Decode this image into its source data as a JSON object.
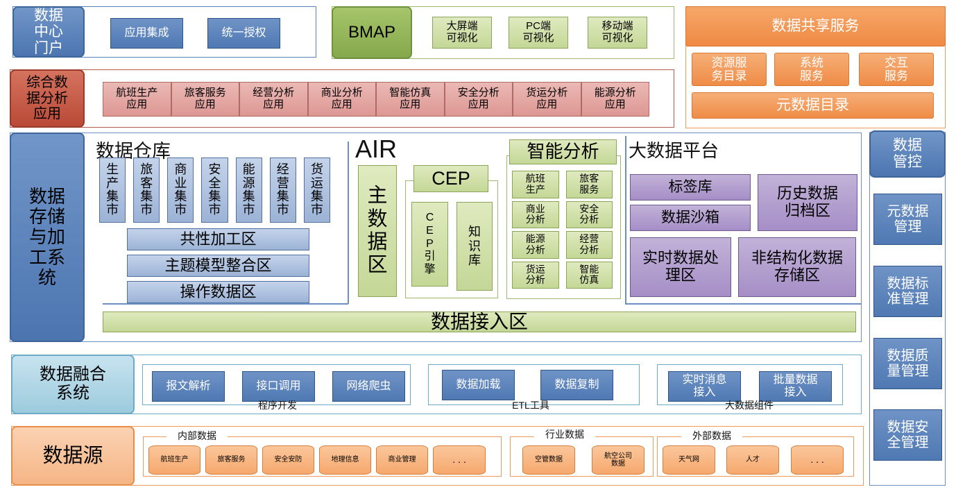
{
  "portal": {
    "title": "数据\n中心\n门户",
    "apps": [
      "应用集成",
      "统一授权"
    ]
  },
  "bmap": {
    "title": "BMAP",
    "items": [
      "大屏端\n可视化",
      "PC端\n可视化",
      "移动端\n可视化"
    ]
  },
  "sharing": {
    "title": "数据共享服务",
    "items": [
      "资源服\n务目录",
      "系统\n服务",
      "交互\n服务"
    ],
    "metadata": "元数据目录"
  },
  "analysis": {
    "title": "综合数\n据分析\n应用",
    "items": [
      "航班生产\n应用",
      "旅客服务\n应用",
      "经营分析\n应用",
      "商业分析\n应用",
      "智能仿真\n应用",
      "安全分析\n应用",
      "货运分析\n应用",
      "能源分析\n应用"
    ]
  },
  "storage": {
    "title": "数据\n存储\n与加\n工系\n统"
  },
  "warehouse": {
    "title": "数据仓库",
    "marts": [
      "生\n产\n集\n市",
      "旅\n客\n集\n市",
      "商\n业\n集\n市",
      "安\n全\n集\n市",
      "能\n源\n集\n市",
      "经\n营\n集\n市",
      "货\n运\n集\n市"
    ],
    "layers": [
      "共性加工区",
      "主题模型整合区",
      "操作数据区"
    ]
  },
  "air": {
    "title": "AIR",
    "master": "主\n数\n据\n区",
    "cep_title": "CEP",
    "cep_engine": "C\nE\nP\n引\n擎",
    "knowledge": "知\n识\n库"
  },
  "smart": {
    "title": "智能分析",
    "items": [
      "航班\n生产",
      "旅客\n服务",
      "商业\n分析",
      "安全\n分析",
      "能源\n分析",
      "经营\n分析",
      "货运\n分析",
      "智能\n仿真"
    ]
  },
  "bigdata": {
    "title": "大数据平台",
    "tag": "标签库",
    "sandbox": "数据沙箱",
    "history": "历史数据\n归档区",
    "realtime": "实时数据处\n理区",
    "unstructured": "非结构化数据\n存储区"
  },
  "ingest": {
    "label": "数据接入区"
  },
  "governance": {
    "title": "数据\n管控",
    "items": [
      "元数据\n管理",
      "数据标\n准管理",
      "数据质\n量管理",
      "数据安\n全管理"
    ]
  },
  "fusion": {
    "title": "数据融合\n系统",
    "groups": [
      {
        "label": "程序开发",
        "items": [
          "报文解析",
          "接口调用",
          "网络爬虫"
        ]
      },
      {
        "label": "ETL工具",
        "items": [
          "数据加载",
          "数据复制"
        ]
      },
      {
        "label": "大数据组件",
        "items": [
          "实时消息\n接入",
          "批量数据\n接入"
        ]
      }
    ]
  },
  "source": {
    "title": "数据源",
    "groups": [
      {
        "label": "内部数据",
        "items": [
          "航班生产",
          "旅客服务",
          "安全安防",
          "地理信息",
          "商业管理",
          ". . ."
        ]
      },
      {
        "label": "行业数据",
        "items": [
          "空管数据",
          "航空公司\n数据"
        ]
      },
      {
        "label": "外部数据",
        "items": [
          "天气网",
          "人才",
          ". . ."
        ]
      }
    ]
  },
  "colors": {
    "blue": "#4f79b3",
    "green": "#86a84c",
    "red": "#b94a37",
    "orange": "#ef8a44",
    "teal": "#9ccbdd",
    "purple": "#a58ec6"
  }
}
